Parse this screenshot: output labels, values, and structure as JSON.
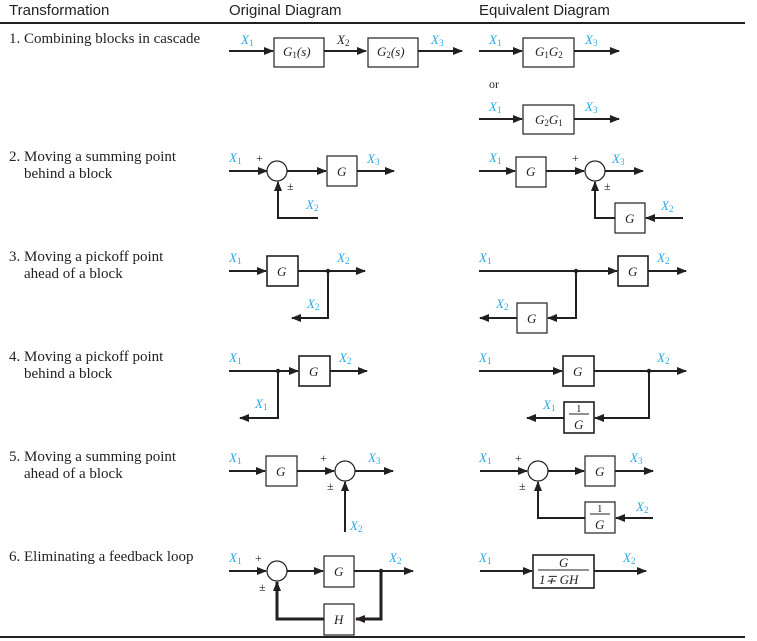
{
  "headers": {
    "transformation": "Transformation",
    "original": "Original Diagram",
    "equivalent": "Equivalent Diagram"
  },
  "colors": {
    "signal": "#2aa9e0",
    "ink": "#231f20"
  },
  "rows": [
    {
      "line1": "1. Combining blocks in cascade",
      "line2": ""
    },
    {
      "line1": "2. Moving a summing point",
      "line2": "behind a block"
    },
    {
      "line1": "3. Moving a pickoff point",
      "line2": "ahead of a block"
    },
    {
      "line1": "4. Moving a pickoff point",
      "line2": "behind a block"
    },
    {
      "line1": "5. Moving a summing point",
      "line2": "ahead of a block"
    },
    {
      "line1": "6. Eliminating a feedback loop",
      "line2": ""
    }
  ],
  "signals": {
    "x1": "X",
    "x2": "X",
    "x3": "X",
    "sub1": "1",
    "sub2": "2",
    "sub3": "3"
  },
  "blocks": {
    "G": "G",
    "H": "H",
    "one": "1",
    "G1s_main": "G",
    "G1s_sub": "1",
    "G1s_arg": "(s)",
    "G2s_main": "G",
    "G2s_sub": "2",
    "G2s_arg": "(s)",
    "G1G2": [
      "G",
      "1",
      "G",
      "2"
    ],
    "G2G1": [
      "G",
      "2",
      "G",
      "1"
    ],
    "closed_loop_num": "G",
    "closed_loop_den": "1∓ GH"
  },
  "signs": {
    "plus": "+",
    "plusminus": "±"
  },
  "or_label": "or"
}
